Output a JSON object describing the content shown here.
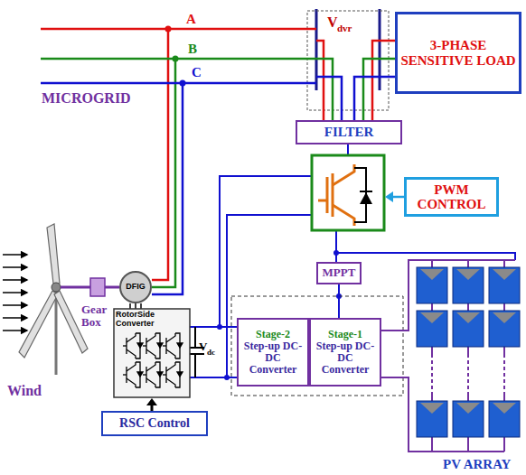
{
  "diagram": {
    "nodes": [
      {
        "text": [
          "3-PHASE SENSITIVE LOAD"
        ]
      },
      {
        "text": [
          "FILTER"
        ]
      },
      {
        "text": [
          "PWM CONTROL"
        ]
      },
      {
        "text": [
          "MPPT"
        ]
      },
      {
        "text": [
          "DFIG"
        ]
      },
      {
        "text": [
          "Stage-2",
          "Step-up DC-DC Converter"
        ]
      },
      {
        "text": [
          "Stage-1",
          "Step-up DC-DC Converter"
        ]
      },
      {
        "text": [
          "RSC Control"
        ]
      }
    ],
    "edges": [
      {
        "from": 3,
        "to": 6,
        "arrow": "none"
      }
    ],
    "labels": [
      "A",
      "B",
      "C",
      "V",
      "dvr",
      "MICROGRID",
      "RotorSide Converter",
      "Gear Box",
      "Wind",
      "V",
      "dc",
      "PV ARRAY"
    ]
  }
}
